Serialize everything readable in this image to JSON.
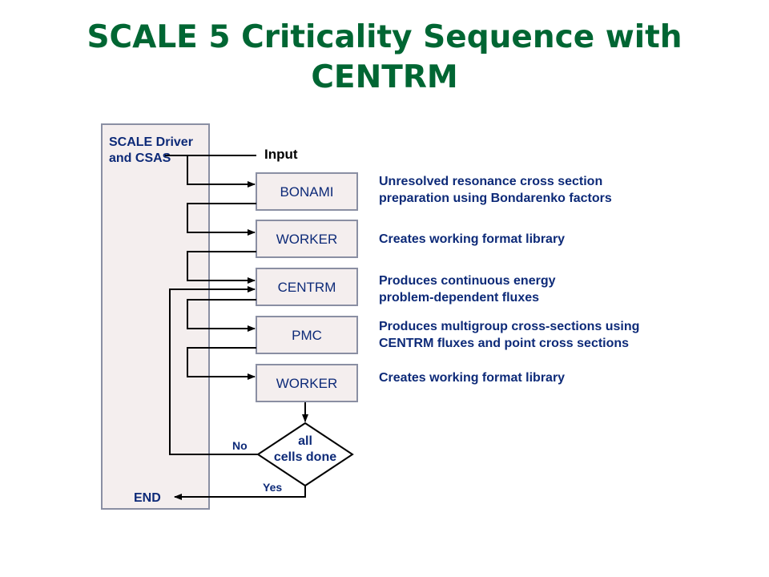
{
  "title": {
    "line1": "SCALE 5 Criticality Sequence with",
    "line2": "CENTRM"
  },
  "colors": {
    "title": "#006633",
    "box_fill": "#f4eeee",
    "box_stroke": "#8a8fa3",
    "text": "#0d2a78",
    "lines": "#000000"
  },
  "driver": {
    "line1": "SCALE Driver",
    "line2": "and CSAS"
  },
  "input_label": "Input",
  "modules": [
    {
      "name": "BONAMI",
      "desc_lines": [
        "Unresolved resonance cross section",
        "preparation using Bondarenko factors"
      ]
    },
    {
      "name": "WORKER",
      "desc_lines": [
        "Creates working format library"
      ]
    },
    {
      "name": "CENTRM",
      "desc_lines": [
        "Produces continuous energy",
        "problem-dependent fluxes"
      ]
    },
    {
      "name": "PMC",
      "desc_lines": [
        "Produces multigroup cross-sections using",
        "CENTRM fluxes and point cross sections"
      ]
    },
    {
      "name": "WORKER",
      "desc_lines": [
        "Creates working format library"
      ]
    }
  ],
  "decision": {
    "line1": "all",
    "line2": "cells done",
    "no_label": "No",
    "yes_label": "Yes"
  },
  "end_label": "END"
}
